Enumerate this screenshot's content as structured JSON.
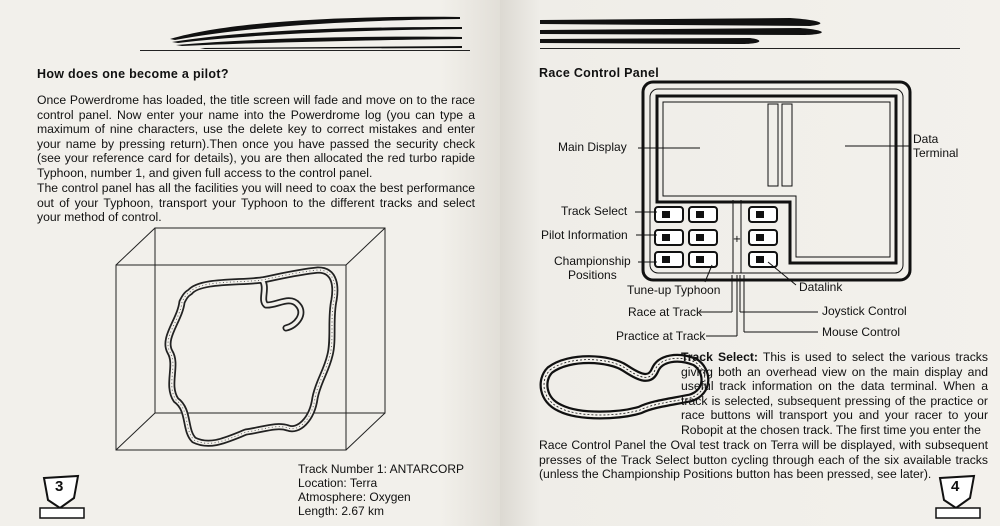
{
  "left_page": {
    "heading": "How does one become a pilot?",
    "para1": "Once Powerdrome has loaded, the title screen will fade and move on to the race control panel. Now enter your name into the Powerdrome log (you can type a maximum of nine characters, use the delete key to correct mistakes and enter your name by pressing return).Then once you have passed the security check (see your reference card for details), you are then allocated the red turbo rapide Typhoon, number 1, and given full access to the control panel.",
    "para2": "The control panel has all the facilities you will need to coax the best performance out of your Typhoon, transport your Typhoon to the different tracks and select your method of control.",
    "track_info": {
      "number": "Track Number 1: ANTARCORP",
      "location": "Location: Terra",
      "atmosphere": "Atmosphere: Oxygen",
      "length": "Length: 2.67 km"
    },
    "page_number": "3"
  },
  "right_page": {
    "heading": "Race Control Panel",
    "labels": {
      "main_display": "Main Display",
      "data_terminal_1": "Data",
      "data_terminal_2": "Terminal",
      "track_select": "Track Select",
      "pilot_information": "Pilot Information",
      "championship_1": "Championship",
      "championship_2": "Positions",
      "tune_up": "Tune-up Typhoon",
      "race_at_track": "Race at Track",
      "practice_at_track": "Practice at Track",
      "datalink": "Datalink",
      "joystick_control": "Joystick Control",
      "mouse_control": "Mouse Control"
    },
    "track_select_title": "Track Select:",
    "track_select_text_1": "This is used to select the various tracks giving both an overhead view on the main display and useful track information on the data terminal. When a track is selected, subsequent pressing of the practice or race buttons will transport you and your racer to your Robopit at the chosen track. The first time you enter the",
    "track_select_text_2": "Race Control Panel the Oval test track on Terra will be displayed, with subsequent presses of the Track Select button cycling through each of the six available tracks (unless the Championship Positions button has been pressed, see later).",
    "page_number": "4"
  }
}
